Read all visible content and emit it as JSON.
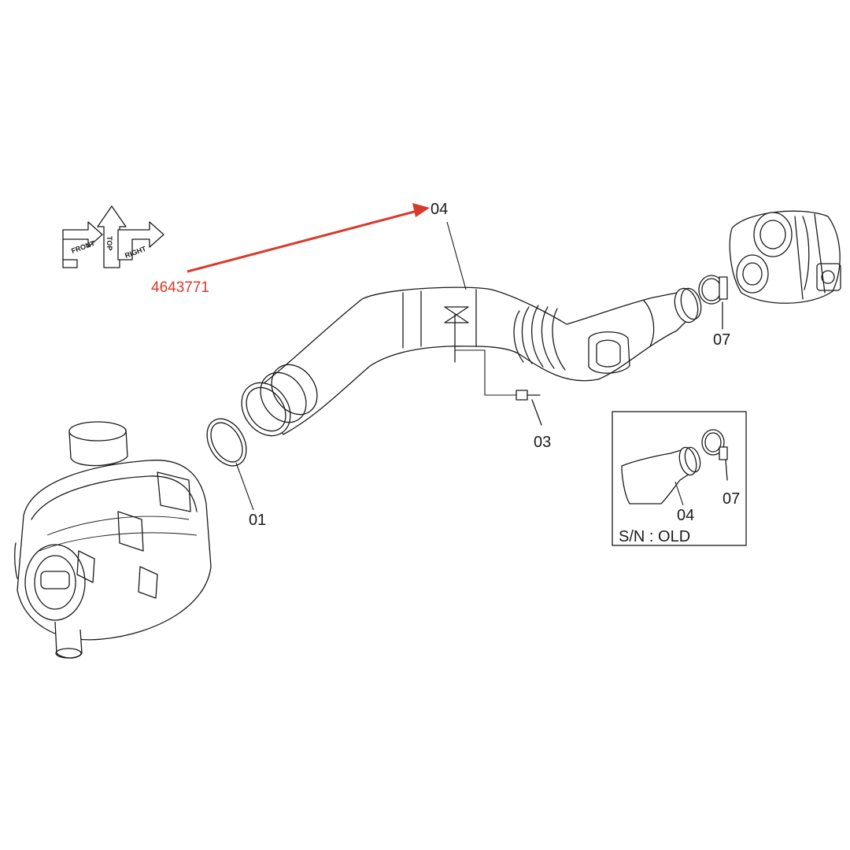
{
  "diagram": {
    "callouts": {
      "clamp": "01",
      "bolt": "03",
      "tube": "04",
      "hose_clamp": "07"
    },
    "part_number": "4643771",
    "orientation": {
      "front": "FRONT",
      "top": "TOP",
      "right": "RIGHT"
    },
    "inset": {
      "label": "S/N : OLD",
      "callouts": {
        "tube": "04",
        "hose_clamp": "07"
      }
    },
    "colors": {
      "line": "#1a1a1a",
      "highlight": "#d93a2b",
      "background": "#ffffff"
    }
  }
}
